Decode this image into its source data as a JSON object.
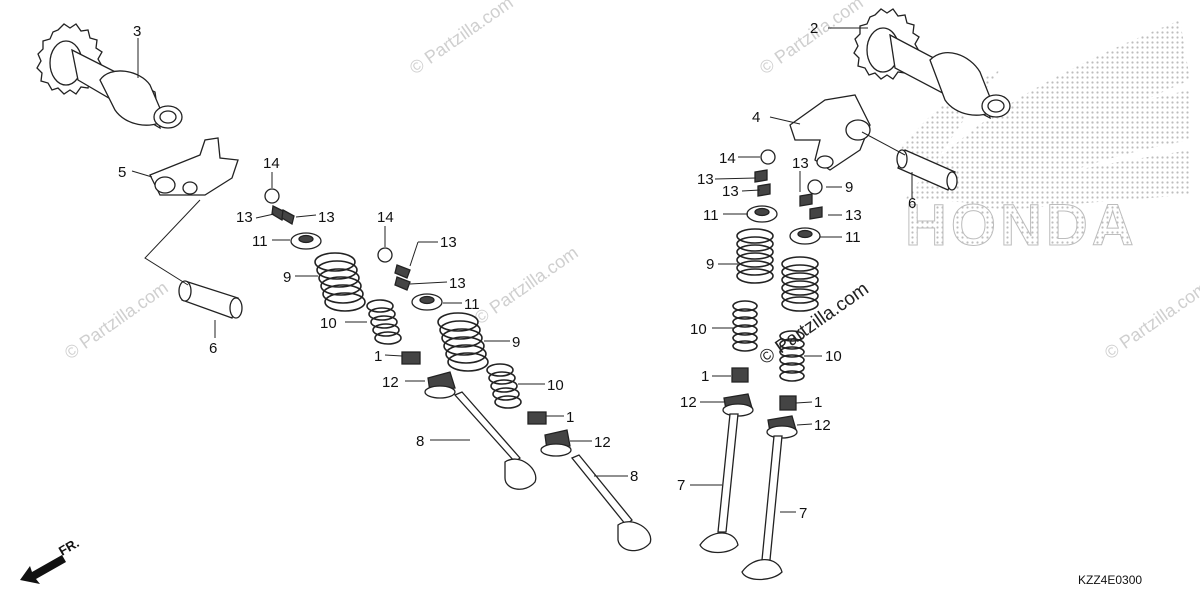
{
  "diagram": {
    "code": "KZZ4E0300",
    "direction_label": "FR.",
    "brand": "HONDA",
    "watermark": "© Partzilla.com",
    "callouts": [
      "3",
      "2",
      "4",
      "5",
      "14",
      "13",
      "13",
      "14",
      "13",
      "13",
      "11",
      "13",
      "11",
      "13",
      "14",
      "9",
      "13",
      "11",
      "9",
      "13",
      "11",
      "10",
      "9",
      "10",
      "1",
      "9",
      "10",
      "1",
      "10",
      "12",
      "1",
      "1",
      "12",
      "12",
      "8",
      "12",
      "8",
      "7",
      "6",
      "6",
      "7"
    ]
  }
}
